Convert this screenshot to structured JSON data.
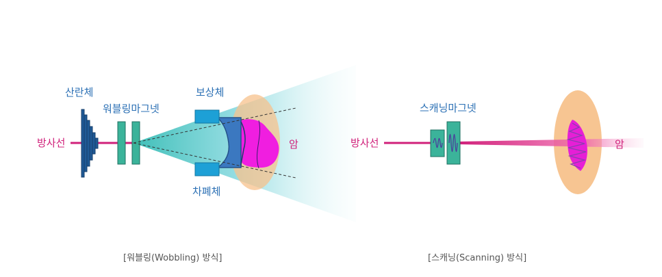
{
  "left_panel": {
    "radiation_label": "방사선",
    "scatterer_label": "산란체",
    "wobbling_magnet_label": "워블링마그넷",
    "compensator_label": "보상체",
    "blocker_label": "차폐체",
    "cancer_label": "암",
    "caption": "[워블링(Wobbling) 방식]"
  },
  "right_panel": {
    "radiation_label": "방사선",
    "scanning_magnet_label": "스캐닝마그넷",
    "cancer_label": "암",
    "caption": "[스캐닝(Scanning) 방식]"
  },
  "colors": {
    "beam": "#d0207a",
    "label_blue": "#2a6fb4",
    "magnet_fill": "#3bb39a",
    "scatterer_fill": "#1f5a96",
    "tumor_fill": "#f7c28c",
    "cancer_core": "#f01ee0",
    "compensator": "#3b78c0",
    "blocker": "#1da0d6",
    "cone_cyan": "#7fd6dc"
  }
}
